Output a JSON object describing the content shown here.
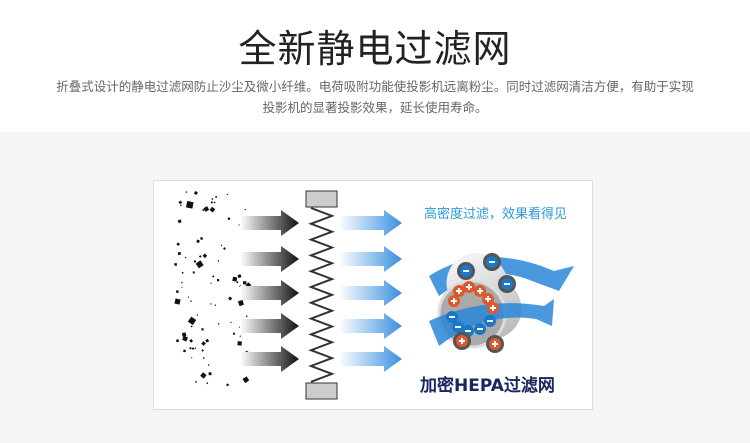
{
  "title": "全新静电过滤网",
  "description": [
    "折叠式设计的静电过滤网防止沙尘及微小纤维。电荷吸附功能使投影机远离粉尘。同时过滤网清洁方便，有助于实现",
    "投影机的显著投影效果，延长使用寿命。"
  ],
  "illustration": {
    "caption_top": "高密度过滤，效果看得见",
    "caption_bottom": "加密HEPA过滤网"
  },
  "colors": {
    "blue": "#2a9ad8",
    "navy": "#1b2560",
    "orange": "#e0572b"
  }
}
